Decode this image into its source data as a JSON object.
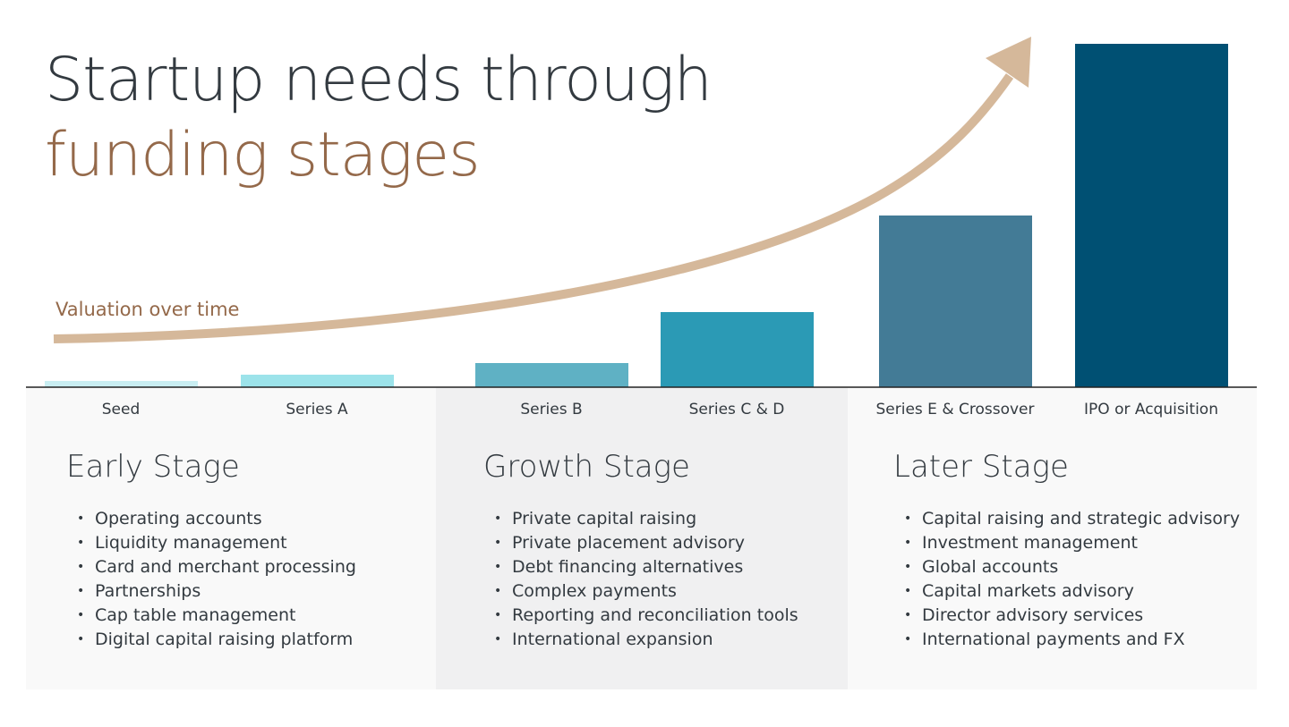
{
  "title": {
    "line1": "Startup needs through",
    "line2": "funding stages"
  },
  "colors": {
    "arrow": "#d5b89a",
    "title_accent": "#94694a",
    "text": "#333a40"
  },
  "chart_data": {
    "type": "bar",
    "title": "Startup needs through funding stages",
    "annotation": "Valuation over time",
    "categories": [
      "Seed",
      "Series A",
      "Series B",
      "Series C & D",
      "Series E & Crossover",
      "IPO or Acquisition"
    ],
    "values": [
      7,
      14,
      27,
      84,
      192,
      384
    ],
    "colors": [
      "#c9eef2",
      "#9ce3ea",
      "#5fb1c4",
      "#2b9ab5",
      "#437b96",
      "#005073"
    ],
    "ylim": [
      0,
      400
    ],
    "xlabel": "",
    "ylabel": "",
    "grid": false,
    "axes_visible": false
  },
  "stages": [
    {
      "title": "Early Stage",
      "items": [
        "Operating accounts",
        "Liquidity management",
        "Card and merchant processing",
        "Partnerships",
        "Cap table management",
        "Digital capital raising platform"
      ]
    },
    {
      "title": "Growth Stage",
      "items": [
        "Private capital raising",
        "Private placement advisory",
        "Debt financing alternatives",
        "Complex payments",
        "Reporting and reconciliation tools",
        "International expansion"
      ]
    },
    {
      "title": "Later Stage",
      "items": [
        "Capital raising and strategic advisory",
        "Investment management",
        "Global accounts",
        "Capital markets advisory",
        "Director advisory services",
        "International payments and FX"
      ]
    }
  ]
}
